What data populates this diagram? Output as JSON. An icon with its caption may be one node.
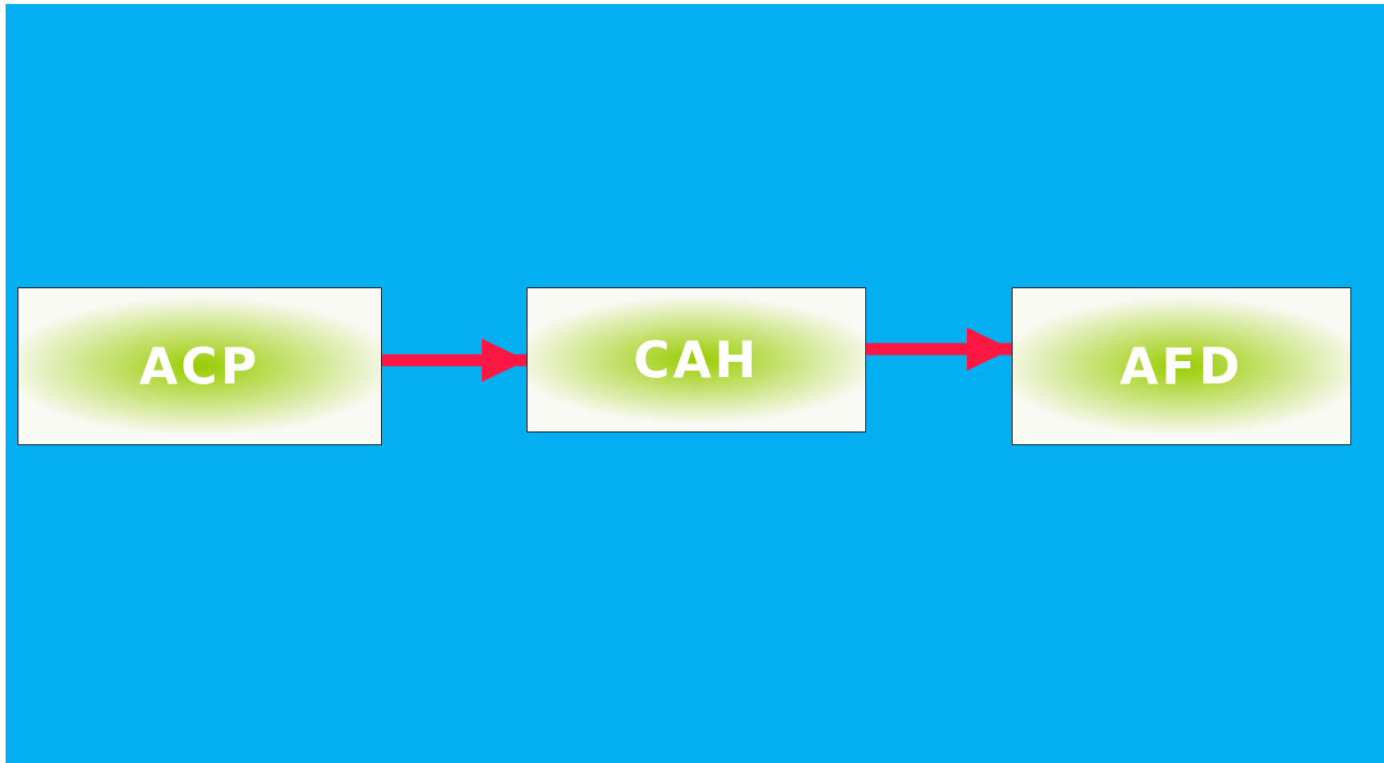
{
  "diagram": {
    "nodes": [
      {
        "text": [
          "ACP"
        ]
      },
      {
        "text": [
          "CAH"
        ]
      },
      {
        "text": [
          "AFD"
        ]
      }
    ],
    "edges": [
      {
        "from": 0,
        "to": 1,
        "arrow": "to"
      },
      {
        "from": 1,
        "to": 2,
        "arrow": "to"
      }
    ]
  }
}
